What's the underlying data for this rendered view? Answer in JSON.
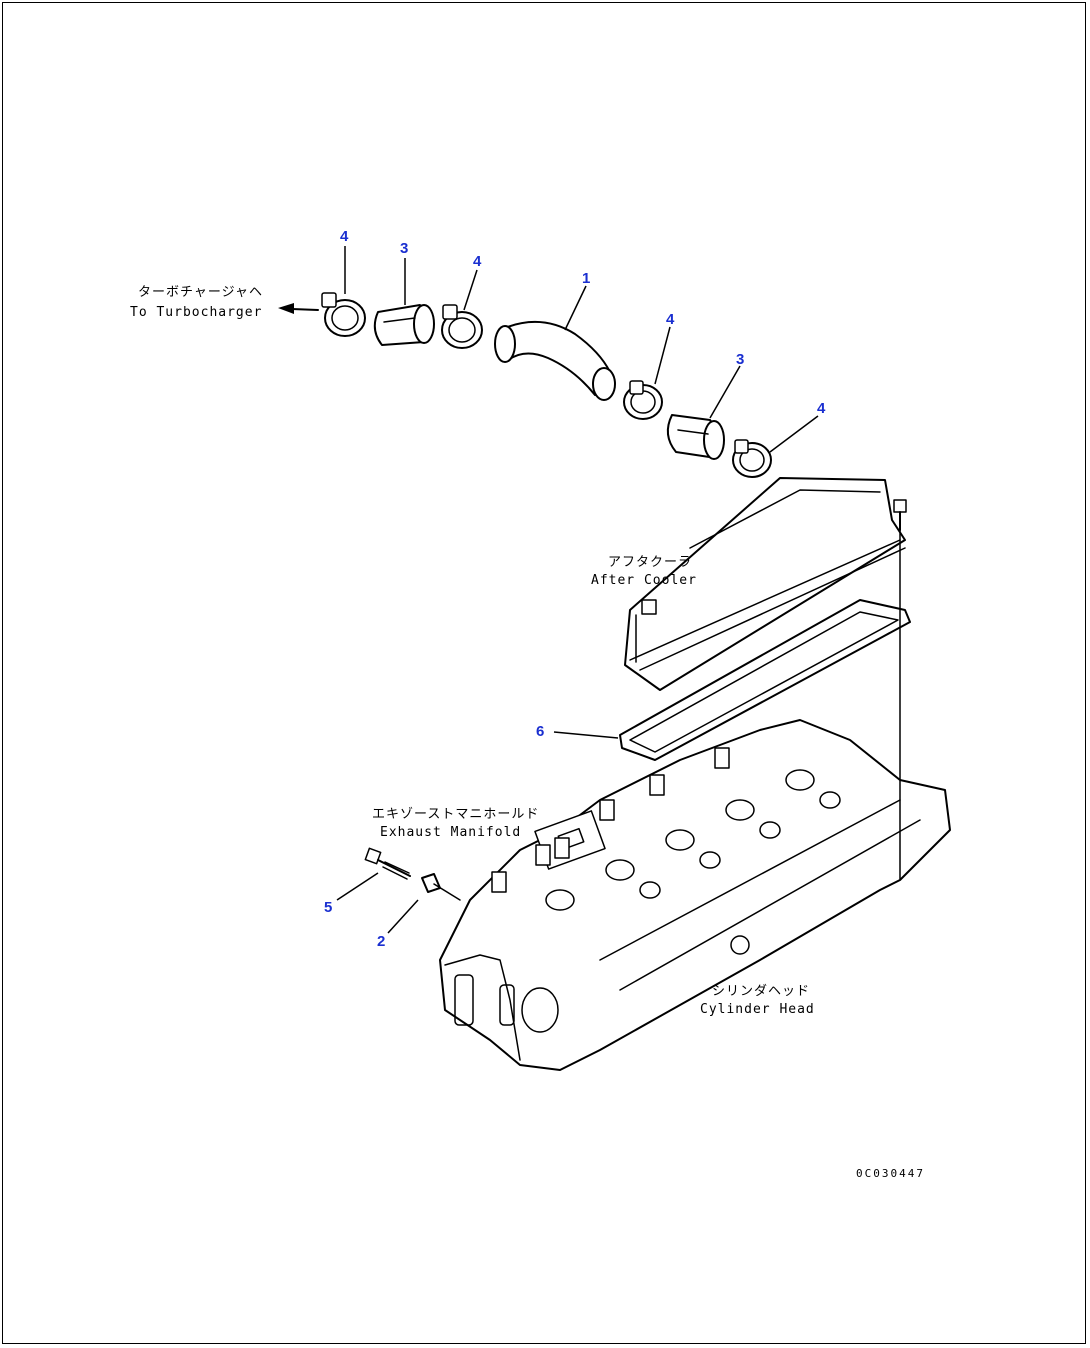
{
  "callouts": {
    "c1": "1",
    "c2": "2",
    "c3a": "3",
    "c3b": "3",
    "c4a": "4",
    "c4b": "4",
    "c4c": "4",
    "c4d": "4",
    "c5": "5",
    "c6": "6"
  },
  "labels": {
    "turbo_jp": "ターボチャージャヘ",
    "turbo_en": "To Turbocharger",
    "aftercooler_jp": "アフタクーラ",
    "aftercooler_en": "After Cooler",
    "exhaust_jp": "エキゾーストマニホールド",
    "exhaust_en": "Exhaust Manifold",
    "head_jp": "シリンダヘッド",
    "head_en": "Cylinder Head"
  },
  "drawing_code": "0C030447",
  "colors": {
    "callout": "#1a2fd0",
    "ink": "#000000"
  }
}
